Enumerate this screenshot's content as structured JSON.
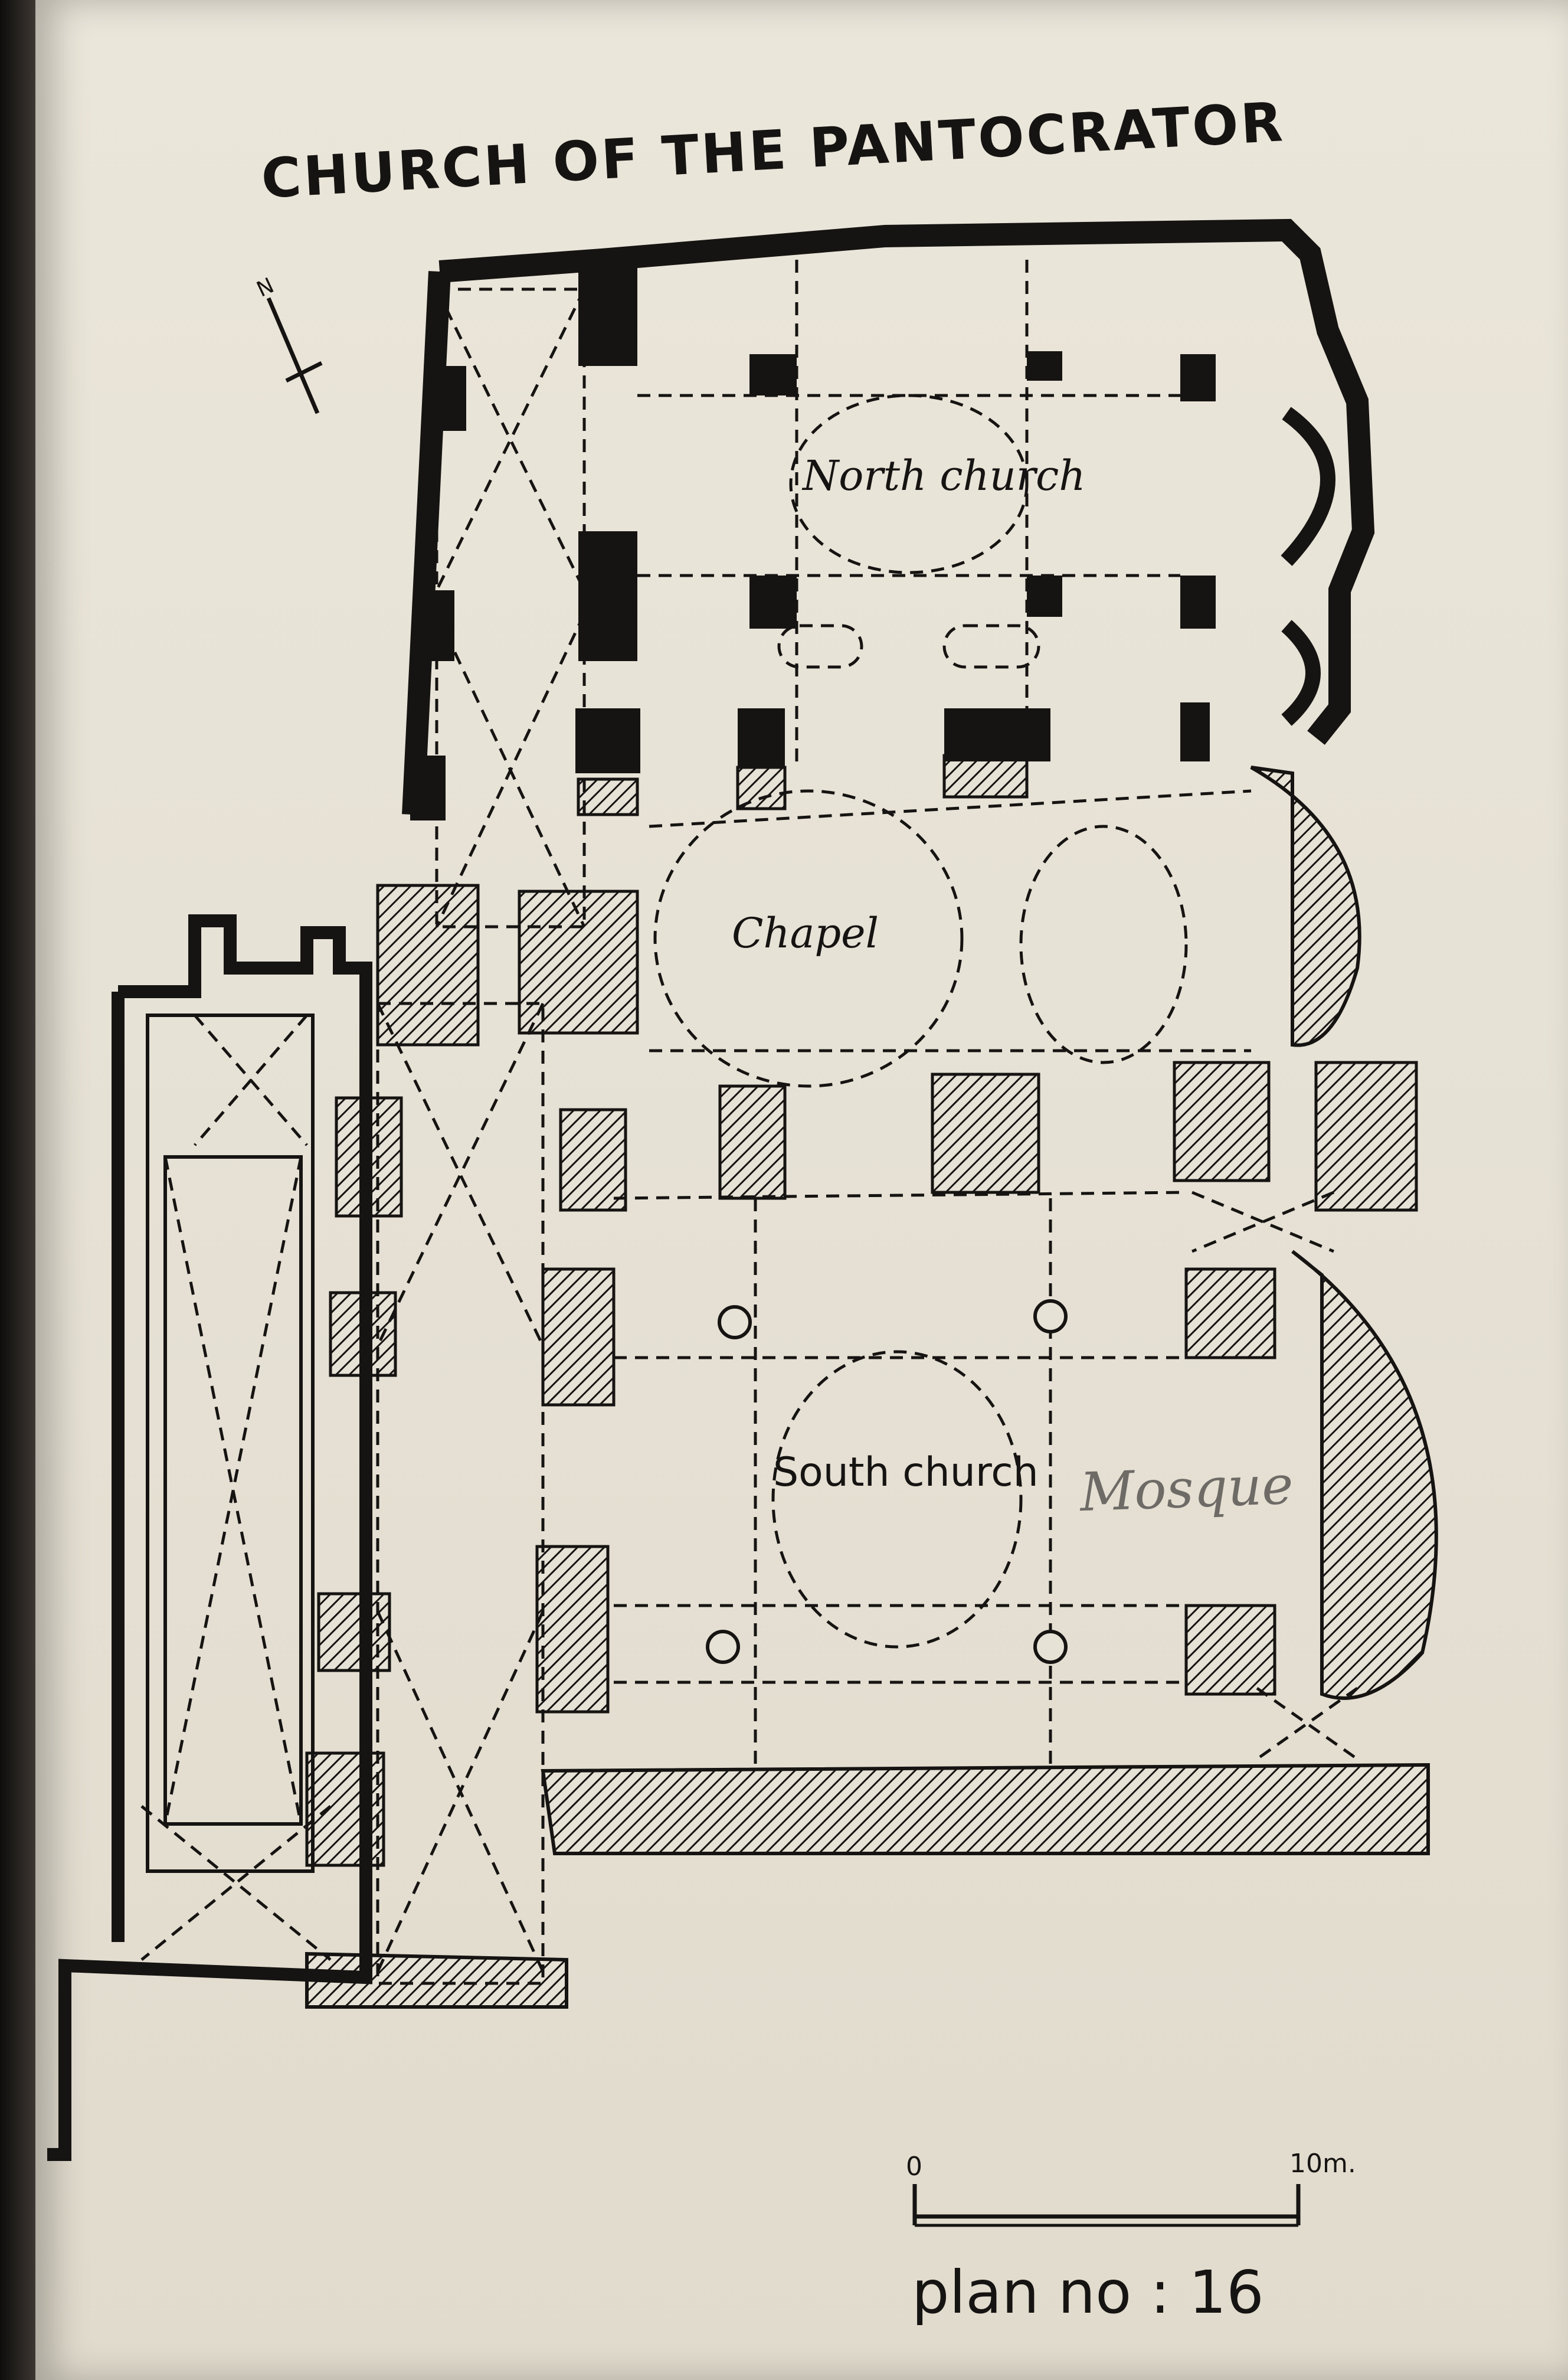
{
  "plan": {
    "title": "CHURCH OF THE PANTOCRATOR",
    "north_arrow_label": "N",
    "rooms": {
      "north": "North church",
      "chapel": "Chapel",
      "south": "South church"
    },
    "annotation": "Mosque",
    "scale": {
      "start": "0",
      "end": "10m."
    },
    "plan_number": "plan no : 16"
  },
  "colors": {
    "paper": "#e7e2d6",
    "ink": "#161412",
    "pencil": "#6e6a66"
  },
  "icons": [
    "north-arrow-icon",
    "column-icon"
  ]
}
